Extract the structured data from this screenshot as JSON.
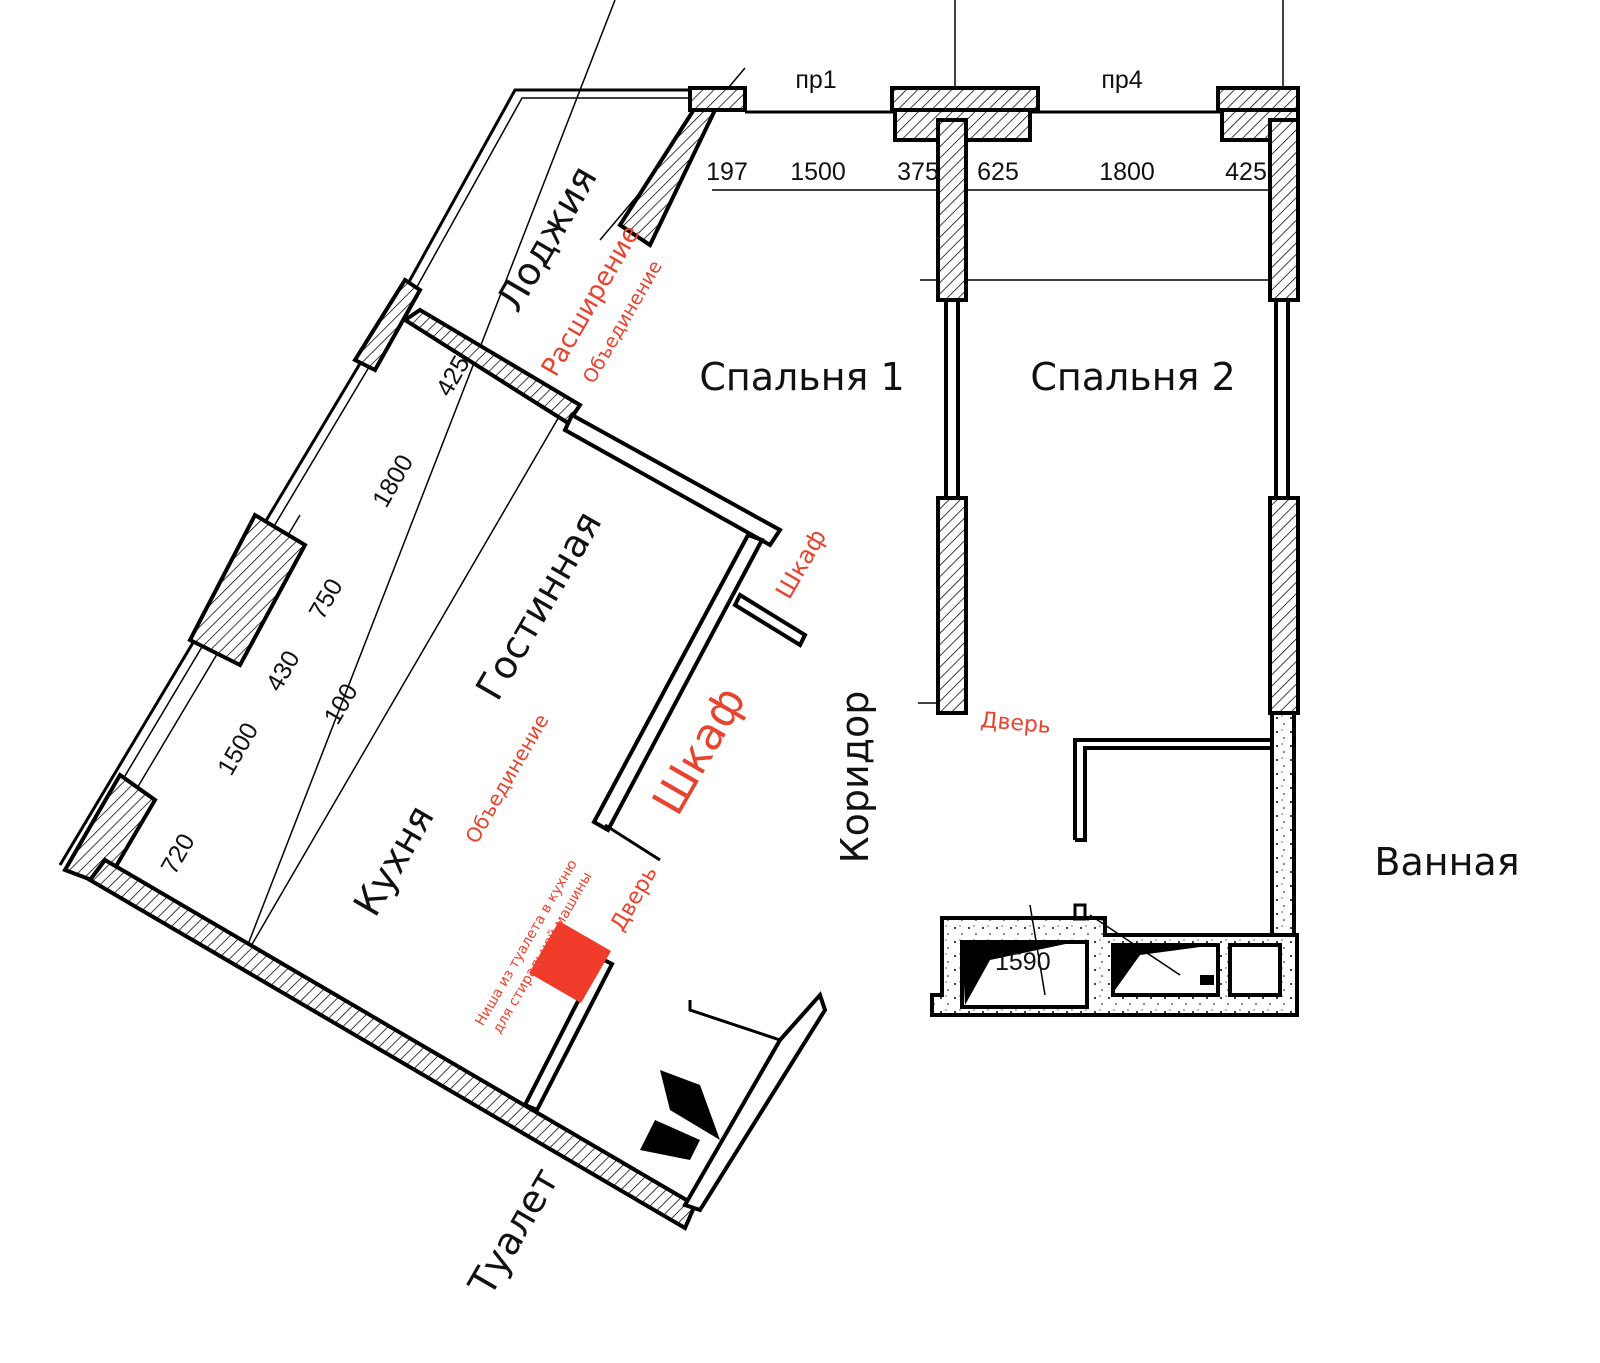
{
  "plan": {
    "openings": [
      "пр1",
      "пр4"
    ],
    "top_dimensions": [
      "197",
      "1500",
      "375",
      "625",
      "1800",
      "425"
    ],
    "left_dimensions": [
      "425",
      "1800",
      "750",
      "430",
      "100",
      "1500",
      "720"
    ],
    "bath_dimension": "1590",
    "rooms": {
      "loggia": "Лоджия",
      "bedroom1": "Спальня 1",
      "bedroom2": "Спальня 2",
      "living": "Гостинная",
      "kitchen": "Кухня",
      "corridor": "Коридор",
      "bathroom": "Ванная",
      "toilet": "Туалет"
    },
    "annotations": {
      "extension": "Расширение",
      "merge_loggia": "Объединение",
      "merge_kitchen": "Объединение",
      "wardrobe_small": "Шкаф",
      "wardrobe_big": "Шкаф",
      "door_bedroom": "Дверь",
      "door_kitchen": "Дверь",
      "niche_line1": "Ниша из туалета в кухню",
      "niche_line2": "для стиральной машины"
    },
    "colors": {
      "annotation": "#e8432f",
      "niche": "#f03a2a"
    }
  }
}
